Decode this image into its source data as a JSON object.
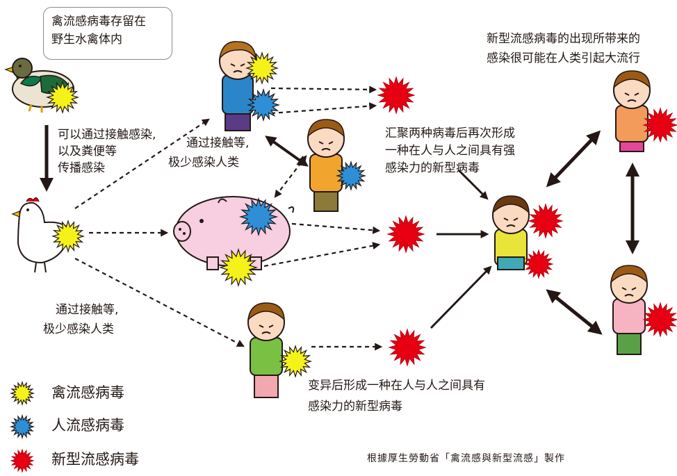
{
  "note_box": {
    "text_line1": "禽流感病毒存留在",
    "text_line2": "野生水禽体内"
  },
  "label_contact_spread": {
    "line1": "可以通过接触感染,",
    "line2": "以及粪便等",
    "line3": "传播感染"
  },
  "label_pig_contact": {
    "line1": "通过接触等,",
    "line2": "极少感染人类"
  },
  "label_child_contact": {
    "line1": "通过接触等,",
    "line2": "极少感染人类"
  },
  "label_reassortment": {
    "line1": "汇聚两种病毒后再次形成",
    "line2": "一种在人与人之间具有强",
    "line3": "感染力的新型病毒"
  },
  "label_mutation": {
    "line1": "变异后形成一种在人与人之间具有",
    "line2": "感染力的新型病毒"
  },
  "label_pandemic": {
    "line1": "新型流感病毒的出现所带来的",
    "line2": "感染很可能在人类引起大流行"
  },
  "legend": [
    {
      "label": "禽流感病毒",
      "color": "#f5f21a"
    },
    {
      "label": "人流感病毒",
      "color": "#2e8fd6"
    },
    {
      "label": "新型流感病毒",
      "color": "#e60012"
    }
  ],
  "source": "根據厚生勞動省「禽流感與新型流感」製作"
}
